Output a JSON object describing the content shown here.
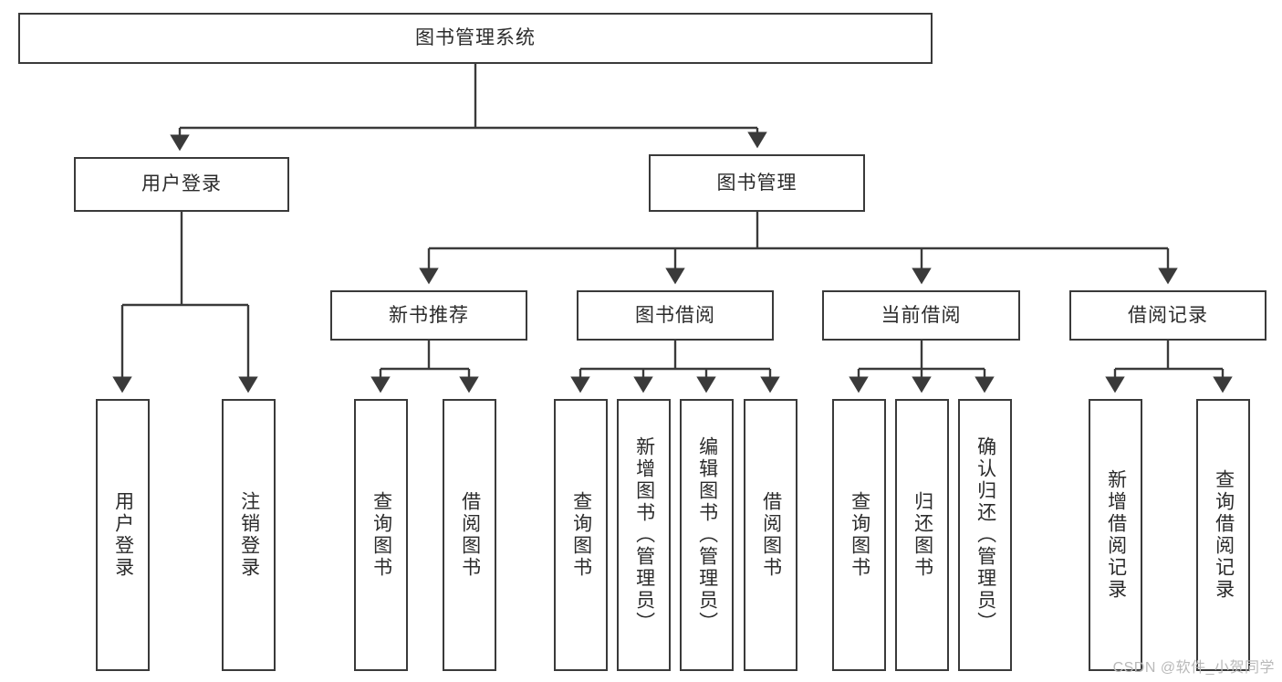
{
  "diagram": {
    "title": "图书管理系统",
    "type": "tree-hierarchy-chart",
    "orientation": "top-down",
    "colors": {
      "box_border": "#3a3a3a",
      "box_fill": "#ffffff",
      "connector": "#3a3a3a",
      "text": "#2b2b2b",
      "background": "#ffffff",
      "watermark": "#b9b9b9"
    }
  },
  "root": {
    "label": "图书管理系统"
  },
  "level1": [
    {
      "label": "用户登录"
    },
    {
      "label": "图书管理"
    }
  ],
  "level2": [
    {
      "label": "新书推荐"
    },
    {
      "label": "图书借阅"
    },
    {
      "label": "当前借阅"
    },
    {
      "label": "借阅记录"
    }
  ],
  "leaves": {
    "user_login": [
      {
        "label": "用户登录"
      },
      {
        "label": "注销登录"
      }
    ],
    "new_book_recommend": [
      {
        "label": "查询图书"
      },
      {
        "label": "借阅图书"
      }
    ],
    "book_borrow": [
      {
        "label": "查询图书"
      },
      {
        "label": "新增图书（管理员）"
      },
      {
        "label": "编辑图书（管理员）"
      },
      {
        "label": "借阅图书"
      }
    ],
    "current_borrow": [
      {
        "label": "查询图书"
      },
      {
        "label": "归还图书"
      },
      {
        "label": "确认归还（管理员）"
      }
    ],
    "borrow_record": [
      {
        "label": "新增借阅记录"
      },
      {
        "label": "查询借阅记录"
      }
    ]
  },
  "watermark": {
    "text": "CSDN @软件_小贺同学"
  }
}
